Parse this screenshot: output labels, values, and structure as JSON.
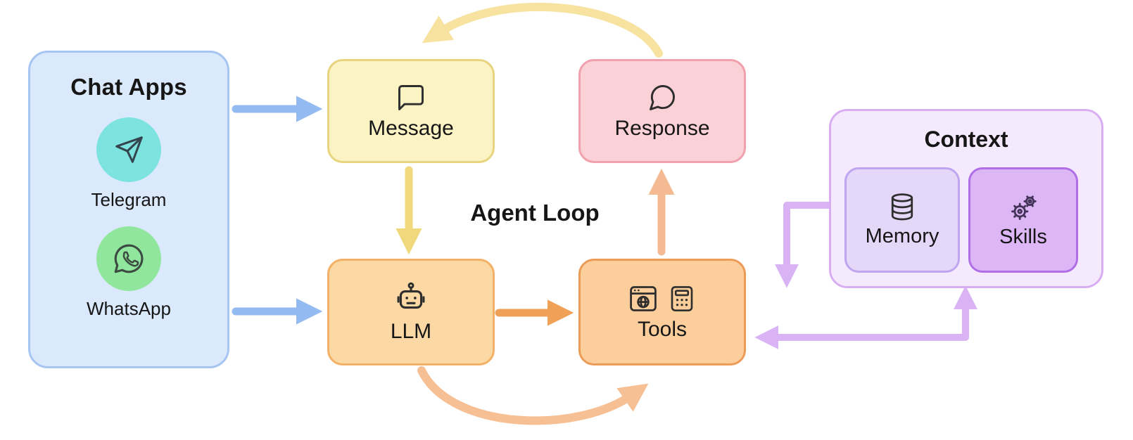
{
  "loop_label": "Agent Loop",
  "chat_apps": {
    "title": "Chat Apps",
    "items": [
      {
        "label": "Telegram",
        "icon": "telegram-icon",
        "circle_color": "#7ce3de"
      },
      {
        "label": "WhatsApp",
        "icon": "whatsapp-icon",
        "circle_color": "#8fe69c"
      }
    ]
  },
  "nodes": {
    "message": {
      "label": "Message",
      "icon": "message-square-bubble-icon",
      "fill": "#fcf3c5",
      "border": "#e8d37f"
    },
    "response": {
      "label": "Response",
      "icon": "message-round-bubble-icon",
      "fill": "#fbd1d8",
      "border": "#f0a1ad"
    },
    "llm": {
      "label": "LLM",
      "icon": "robot-icon",
      "fill": "#fcd8a5",
      "border": "#f2b166"
    },
    "tools": {
      "label": "Tools",
      "icons": [
        "browser-globe-icon",
        "calculator-icon"
      ],
      "fill": "#fbce9c",
      "border": "#ed9c58"
    }
  },
  "context": {
    "title": "Context",
    "fill": "#f5eafd",
    "border": "#d9adf1",
    "memory": {
      "label": "Memory",
      "icon": "database-icon",
      "fill": "#e5d7f8",
      "border": "#bfa5ef"
    },
    "skills": {
      "label": "Skills",
      "icon": "gears-icon",
      "fill": "#ddb6f6",
      "border": "#b06ee7"
    }
  },
  "edges": [
    {
      "from": "chat-apps",
      "to": "message",
      "color": "#93bbf2",
      "style": "straight"
    },
    {
      "from": "chat-apps",
      "to": "llm",
      "color": "#93bbf2",
      "style": "straight"
    },
    {
      "from": "message",
      "to": "llm",
      "color": "#f0d87c",
      "style": "straight"
    },
    {
      "from": "response",
      "to": "message",
      "color": "#f7e2a0",
      "style": "curved-top"
    },
    {
      "from": "llm",
      "to": "tools",
      "color": "#f0a158",
      "style": "straight"
    },
    {
      "from": "tools",
      "to": "response",
      "color": "#f4bb92",
      "style": "straight"
    },
    {
      "from": "llm",
      "to": "tools",
      "color": "#f6c094",
      "style": "curved-bottom"
    },
    {
      "from": "context",
      "to": "tools",
      "color": "#d9b3f4",
      "style": "elbow"
    },
    {
      "from": "tools",
      "to": "context",
      "color": "#d9b3f4",
      "style": "elbow-bidirectional"
    }
  ],
  "colors": {
    "chat_panel_fill": "#dbe9fc",
    "chat_panel_border": "#a6c5f1",
    "blue_arrow": "#93bbf2",
    "yellow_arrow": "#f0d87c",
    "cream_arrow": "#f7e2a0",
    "orange_arrow": "#f0a158",
    "salmon_arrow": "#f4bb92",
    "peach_arrow": "#f6c094",
    "purple_arrow": "#d9b3f4"
  }
}
